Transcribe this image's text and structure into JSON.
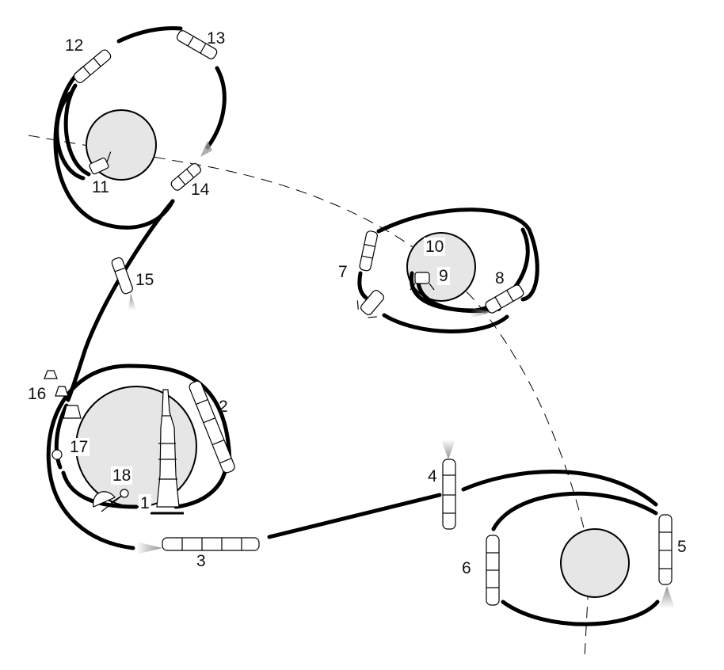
{
  "colors": {
    "background": "#ffffff",
    "stroke": "#000000",
    "body_fill": "#e6e6e6",
    "craft_fill": "#ffffff",
    "exhaust": "#9a9a9a"
  },
  "bodies": [
    {
      "id": "earth",
      "icon": "planet-disc"
    },
    {
      "id": "moon",
      "icon": "moon-disc"
    },
    {
      "id": "earth-departure",
      "icon": "planet-disc"
    },
    {
      "id": "earth-return",
      "icon": "planet-disc"
    }
  ],
  "stage_labels": [
    "1",
    "2",
    "3",
    "4",
    "5",
    "6",
    "7",
    "8",
    "9",
    "10",
    "11",
    "12",
    "13",
    "14",
    "15",
    "16",
    "17",
    "18"
  ],
  "icons": [
    "rocket-icon",
    "spacecraft-icon",
    "capsule-icon",
    "parachute-icon",
    "lander-icon",
    "engine-burn-icon"
  ]
}
